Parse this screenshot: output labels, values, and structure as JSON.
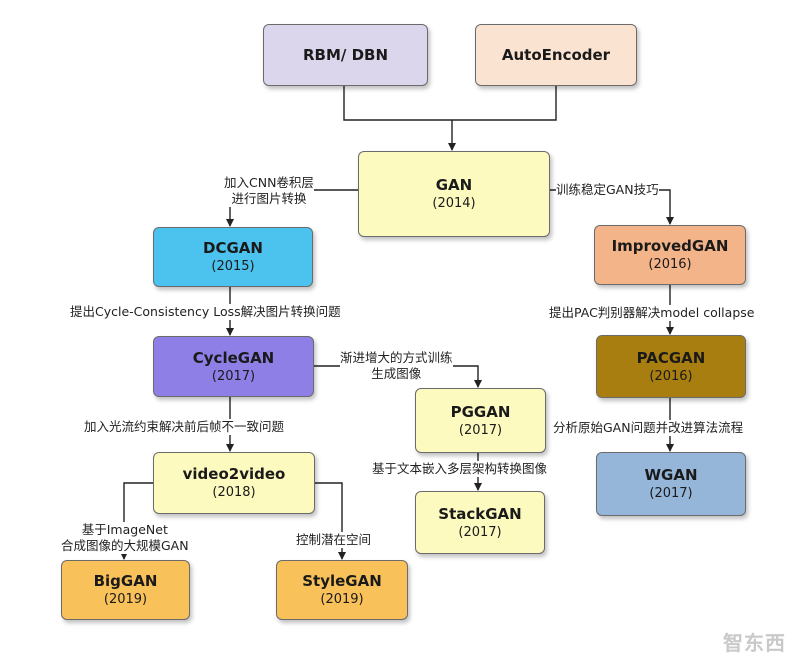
{
  "nodes": {
    "rbm": {
      "name": "RBM/ DBN",
      "year": "",
      "color": "#dcd6ec"
    },
    "autoencoder": {
      "name": "AutoEncoder",
      "year": "",
      "color": "#fbe3d2"
    },
    "gan": {
      "name": "GAN",
      "year": "(2014)",
      "color": "#fdfac0"
    },
    "dcgan": {
      "name": "DCGAN",
      "year": "(2015)",
      "color": "#4cc2ef"
    },
    "improvedgan": {
      "name": "ImprovedGAN",
      "year": "(2016)",
      "color": "#f4b48a"
    },
    "cyclegan": {
      "name": "CycleGAN",
      "year": "(2017)",
      "color": "#8d7fe6"
    },
    "pacgan": {
      "name": "PACGAN",
      "year": "(2016)",
      "color": "#a97e10"
    },
    "pggan": {
      "name": "PGGAN",
      "year": "(2017)",
      "color": "#fdfac0"
    },
    "video2video": {
      "name": "video2video",
      "year": "(2018)",
      "color": "#fdfac0"
    },
    "wgan": {
      "name": "WGAN",
      "year": "(2017)",
      "color": "#95b6d8"
    },
    "stackgan": {
      "name": "StackGAN",
      "year": "(2017)",
      "color": "#fdfac0"
    },
    "biggan": {
      "name": "BigGAN",
      "year": "(2019)",
      "color": "#f9c15a"
    },
    "stylegan": {
      "name": "StyleGAN",
      "year": "(2019)",
      "color": "#f9c15a"
    }
  },
  "edge_labels": {
    "gan_dcgan_1": "加入CNN卷积层",
    "gan_dcgan_2": "进行图片转换",
    "gan_improved": "训练稳定GAN技巧",
    "dcgan_cyclegan": "提出Cycle-Consistency Loss解决图片转换问题",
    "improved_pacgan": "提出PAC判别器解决model collapse",
    "cyclegan_pggan_1": "渐进增大的方式训练",
    "cyclegan_pggan_2": "生成图像",
    "cyclegan_video": "加入光流约束解决前后帧不一致问题",
    "pacgan_wgan": "分析原始GAN问题并改进算法流程",
    "pggan_stackgan": "基于文本嵌入多层架构转换图像",
    "video_biggan_1": "基于ImageNet",
    "video_biggan_2": "合成图像的大规模GAN",
    "video_stylegan": "控制潜在空间"
  },
  "watermark": "智东西"
}
